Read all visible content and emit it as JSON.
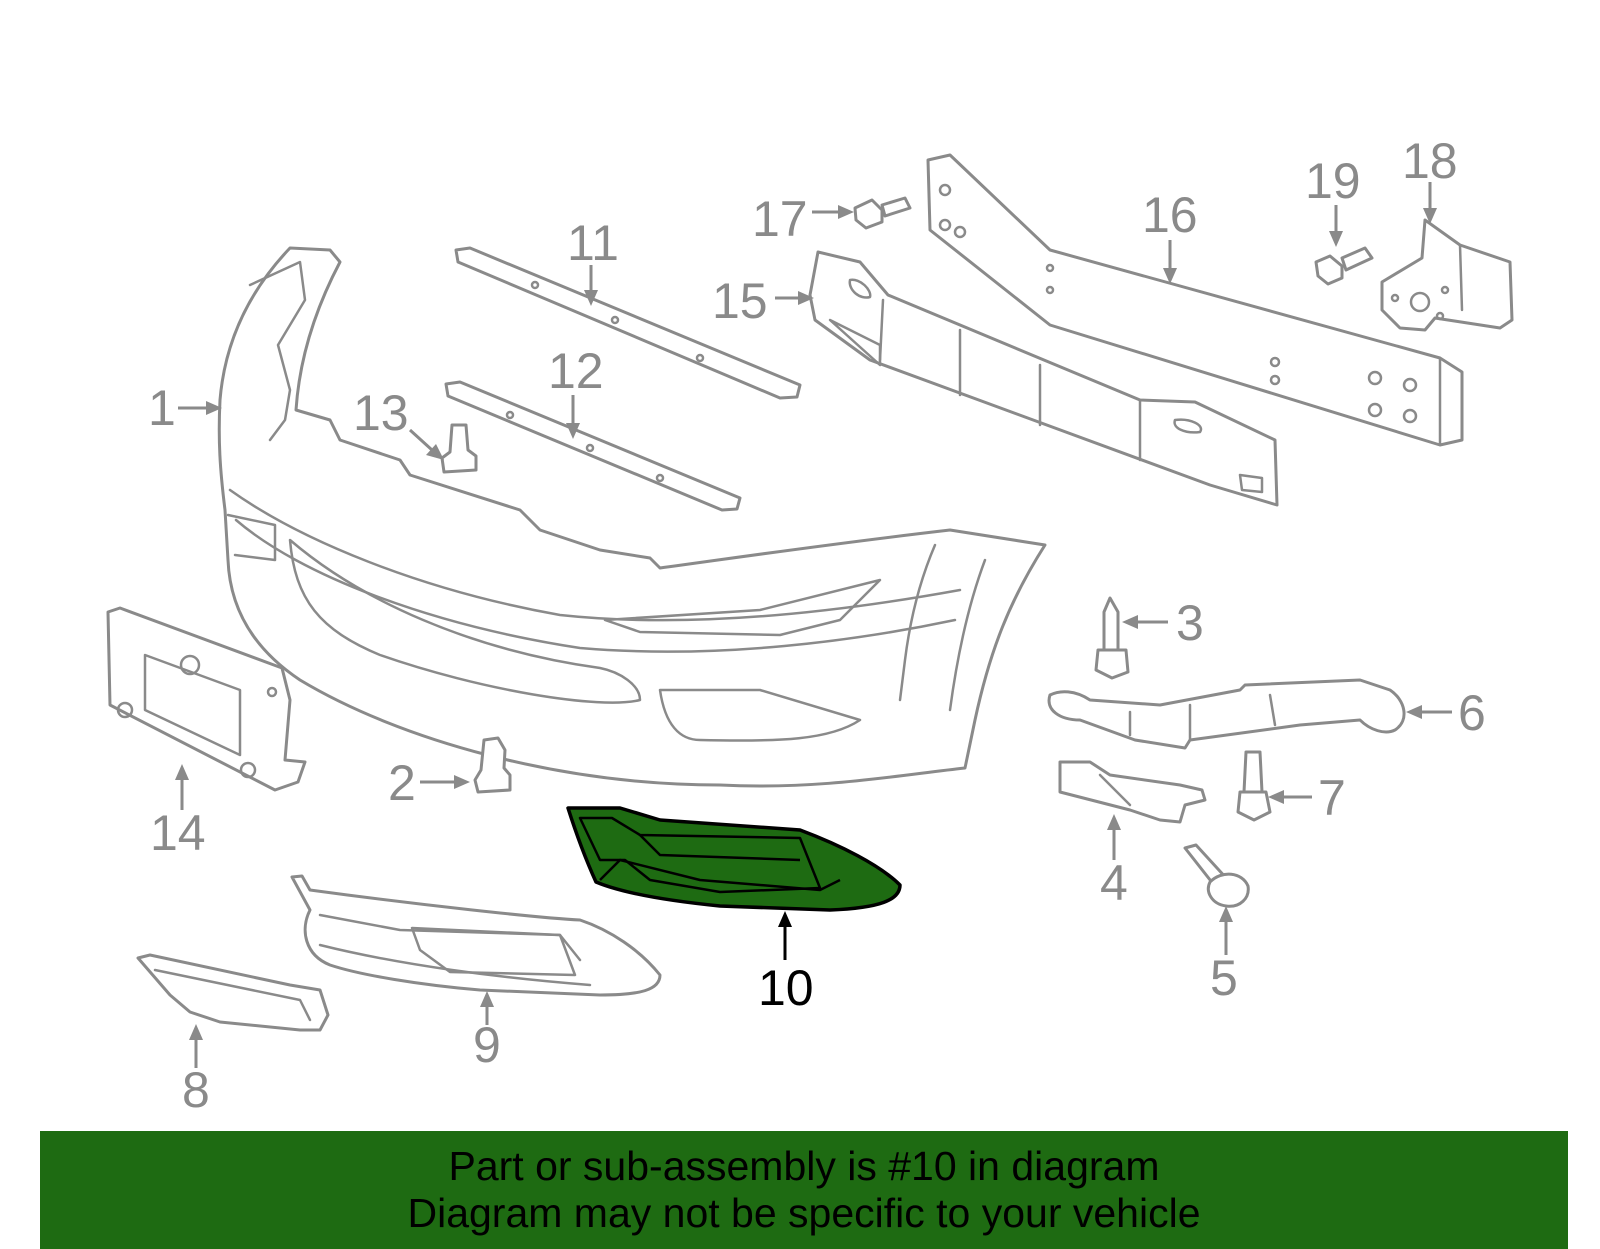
{
  "diagram": {
    "highlighted_part": "10",
    "highlight_color": "#1e6b12",
    "part_color": "#8a8a8a",
    "callouts": [
      "1",
      "2",
      "3",
      "4",
      "5",
      "6",
      "7",
      "8",
      "9",
      "10",
      "11",
      "12",
      "13",
      "14",
      "15",
      "16",
      "17",
      "18",
      "19"
    ]
  },
  "banner": {
    "line1": "Part or sub-assembly is #10 in diagram",
    "line2": "Diagram may not be specific to your vehicle",
    "background": "#1e6b12"
  }
}
